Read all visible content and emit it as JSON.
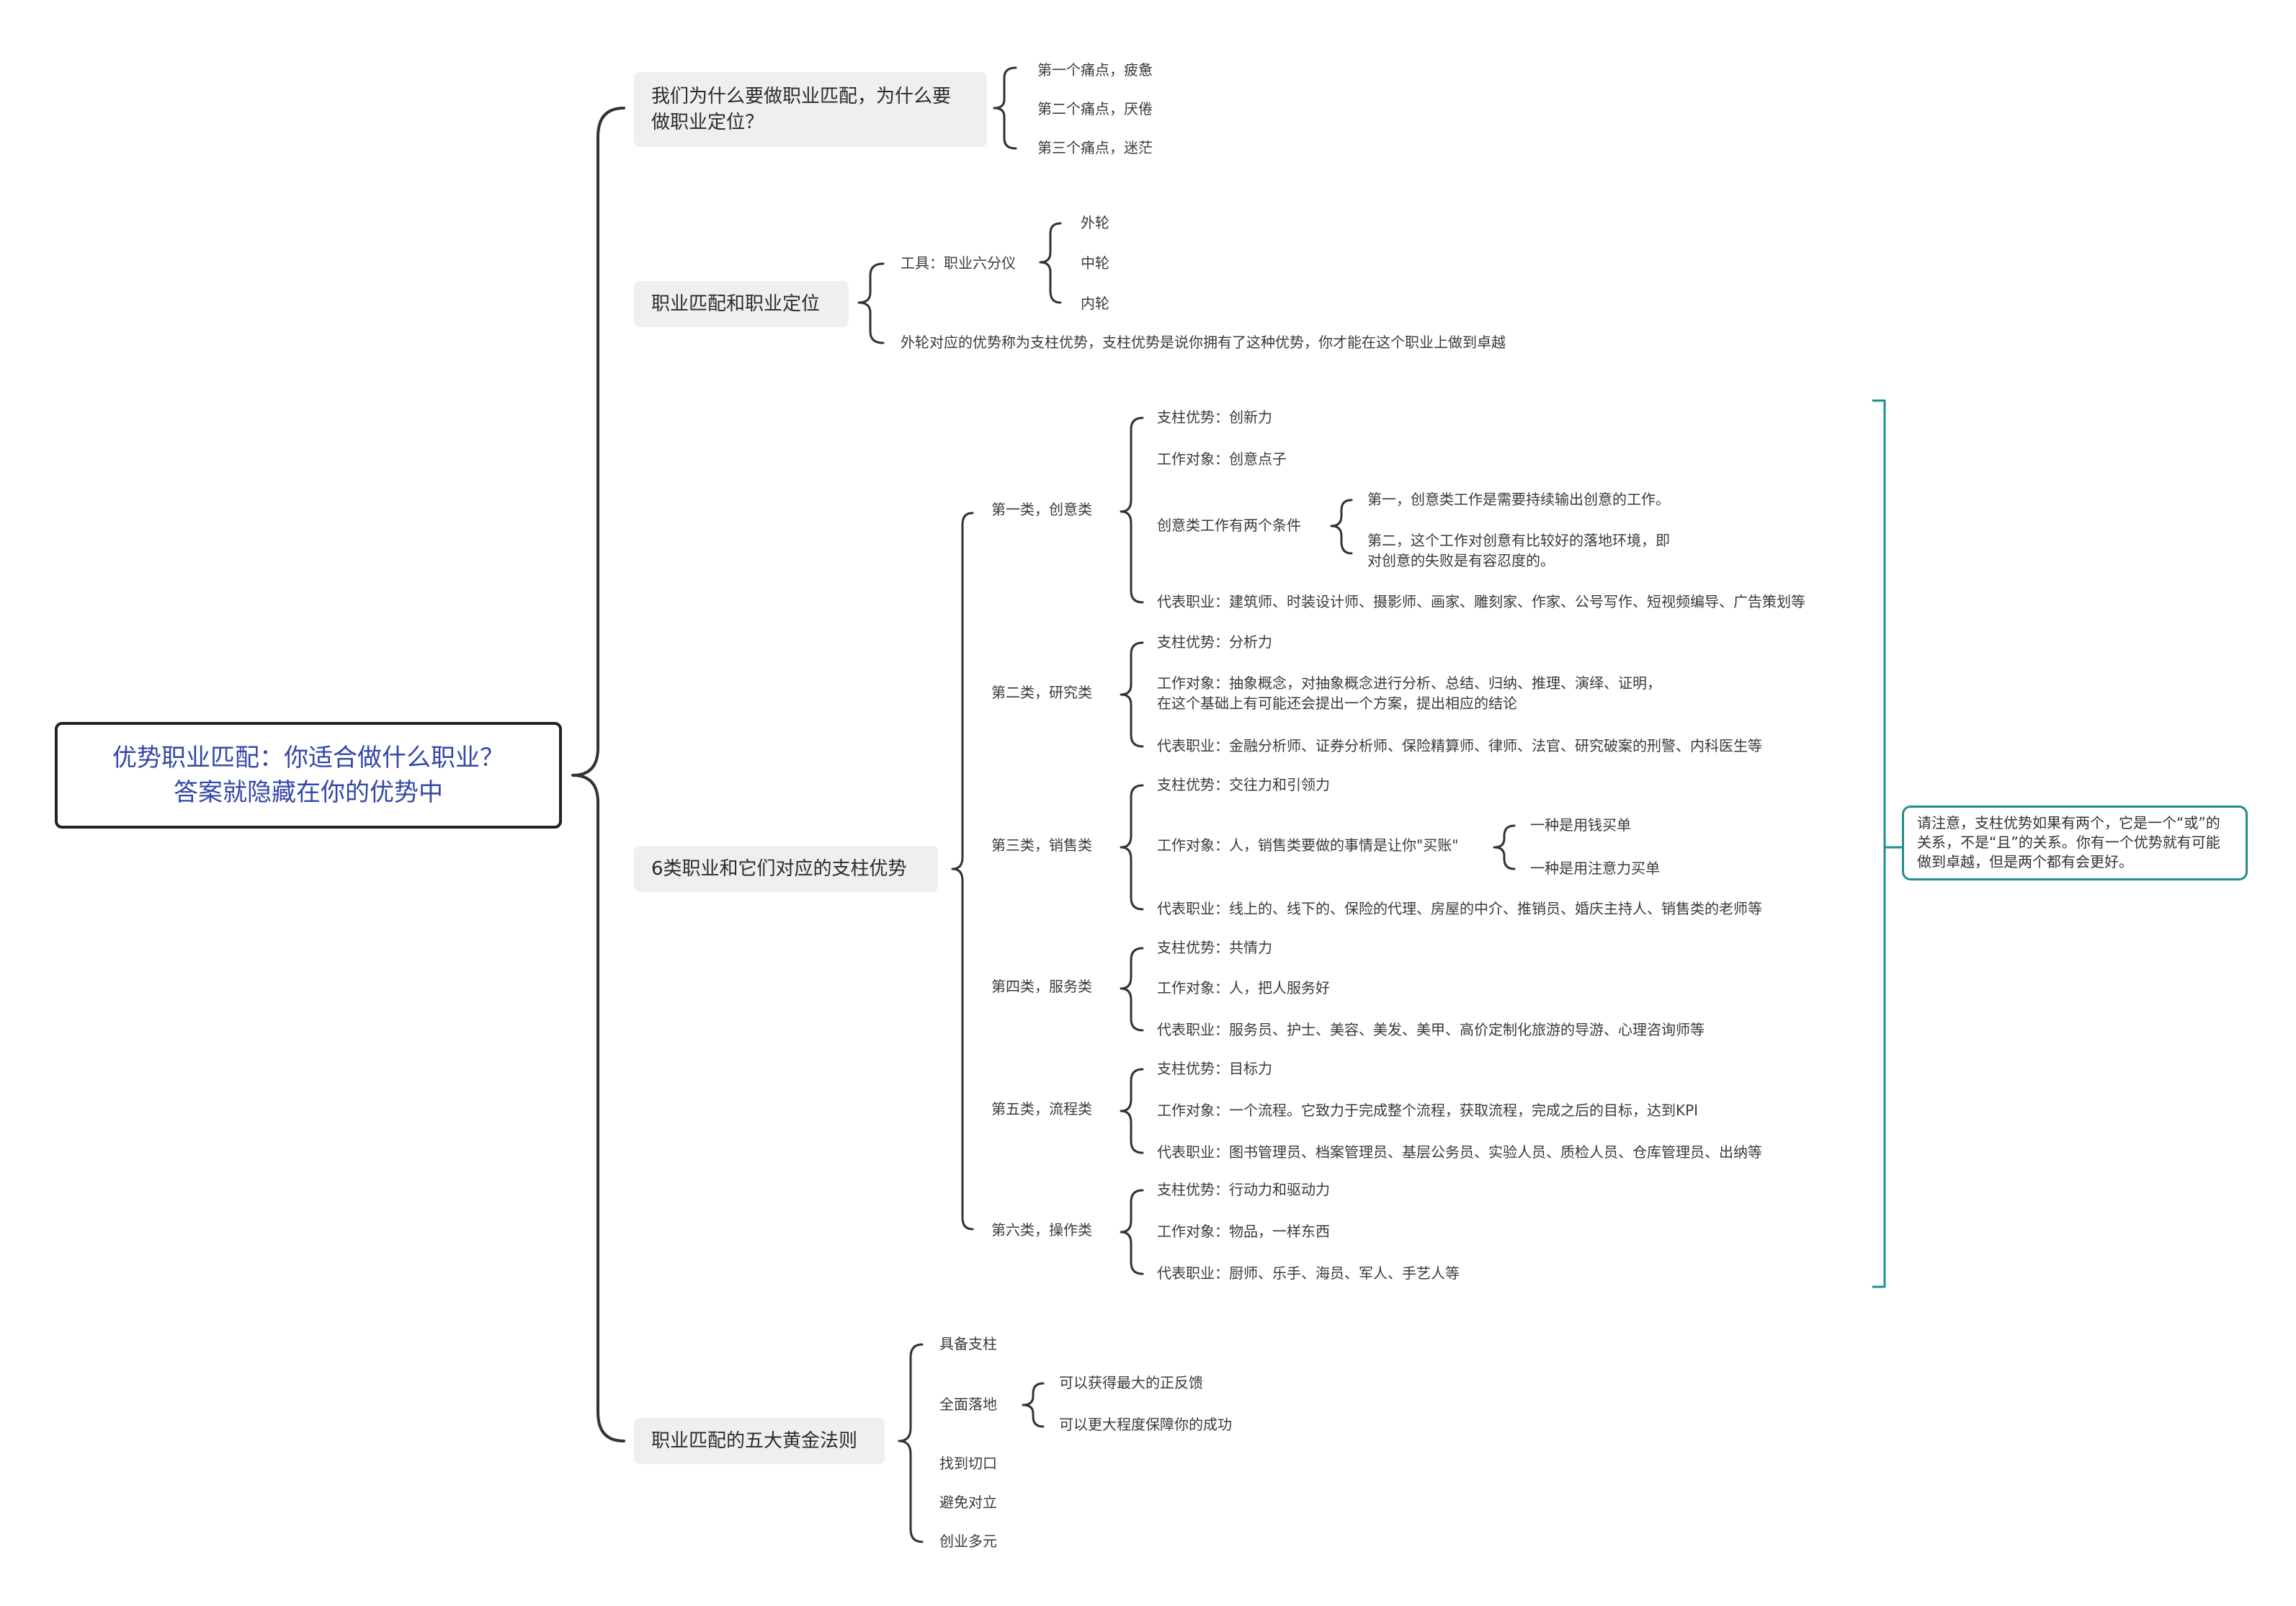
{
  "root": {
    "line1": "优势职业匹配：你适合做什么职业？",
    "line2": "答案就隐藏在你的优势中"
  },
  "branch1": {
    "title_line1": "我们为什么要做职业匹配，为什么要",
    "title_line2": "做职业定位？",
    "items": [
      "第一个痛点，疲惫",
      "第二个痛点，厌倦",
      "第三个痛点，迷茫"
    ]
  },
  "branch2": {
    "title": "职业匹配和职业定位",
    "tool": "工具：职业六分仪",
    "wheels": [
      "外轮",
      "中轮",
      "内轮"
    ],
    "note": "外轮对应的优势称为支柱优势，支柱优势是说你拥有了这种优势，你才能在这个职业上做到卓越"
  },
  "branch3": {
    "title": "6类职业和它们对应的支柱优势",
    "cat1": {
      "label": "第一类，创意类",
      "items": [
        "支柱优势：创新力",
        "工作对象：创意点子",
        "创意类工作有两个条件",
        "代表职业：建筑师、时装设计师、摄影师、画家、雕刻家、作家、公号写作、短视频编导、广告策划等"
      ],
      "conditions": [
        "第一，创意类工作是需要持续输出创意的工作。",
        "第二，这个工作对创意有比较好的落地环境，即",
        "对创意的失败是有容忍度的。"
      ]
    },
    "cat2": {
      "label": "第二类，研究类",
      "items": [
        "支柱优势：分析力",
        "工作对象：抽象概念，对抽象概念进行分析、总结、归纳、推理、演绎、证明，",
        "在这个基础上有可能还会提出一个方案，提出相应的结论",
        "代表职业：金融分析师、证券分析师、保险精算师、律师、法官、研究破案的刑警、内科医生等"
      ]
    },
    "cat3": {
      "label": "第三类，销售类",
      "items": [
        "支柱优势：交往力和引领力",
        "工作对象：人，销售类要做的事情是让你\"买账\"",
        "代表职业：线上的、线下的、保险的代理、房屋的中介、推销员、婚庆主持人、销售类的老师等"
      ],
      "sub": [
        "一种是用钱买单",
        "一种是用注意力买单"
      ]
    },
    "cat4": {
      "label": "第四类，服务类",
      "items": [
        "支柱优势：共情力",
        "工作对象：人，把人服务好",
        "代表职业：服务员、护士、美容、美发、美甲、高价定制化旅游的导游、心理咨询师等"
      ]
    },
    "cat5": {
      "label": "第五类，流程类",
      "items": [
        "支柱优势：目标力",
        "工作对象：一个流程。它致力于完成整个流程，获取流程，完成之后的目标，达到KPI",
        "代表职业：图书管理员、档案管理员、基层公务员、实验人员、质检人员、仓库管理员、出纳等"
      ]
    },
    "cat6": {
      "label": "第六类，操作类",
      "items": [
        "支柱优势：行动力和驱动力",
        "工作对象：物品，一样东西",
        "代表职业：厨师、乐手、海员、军人、手艺人等"
      ]
    },
    "callout": "请注意，支柱优势如果有两个，它是一个“或”的关系，不是“且”的关系。你有一个优势就有可能做到卓越，但是两个都有会更好。"
  },
  "branch4": {
    "title": "职业匹配的五大黄金法则",
    "items": [
      "具备支柱",
      "全面落地",
      "找到切口",
      "避免对立",
      "创业多元"
    ],
    "sub": [
      "可以获得最大的正反馈",
      "可以更大程度保障你的成功"
    ]
  },
  "colors": {
    "root_text": "#3447a6",
    "root_border": "#222222",
    "callout_border": "#1f8f8a",
    "box_bg": "#efefef"
  }
}
